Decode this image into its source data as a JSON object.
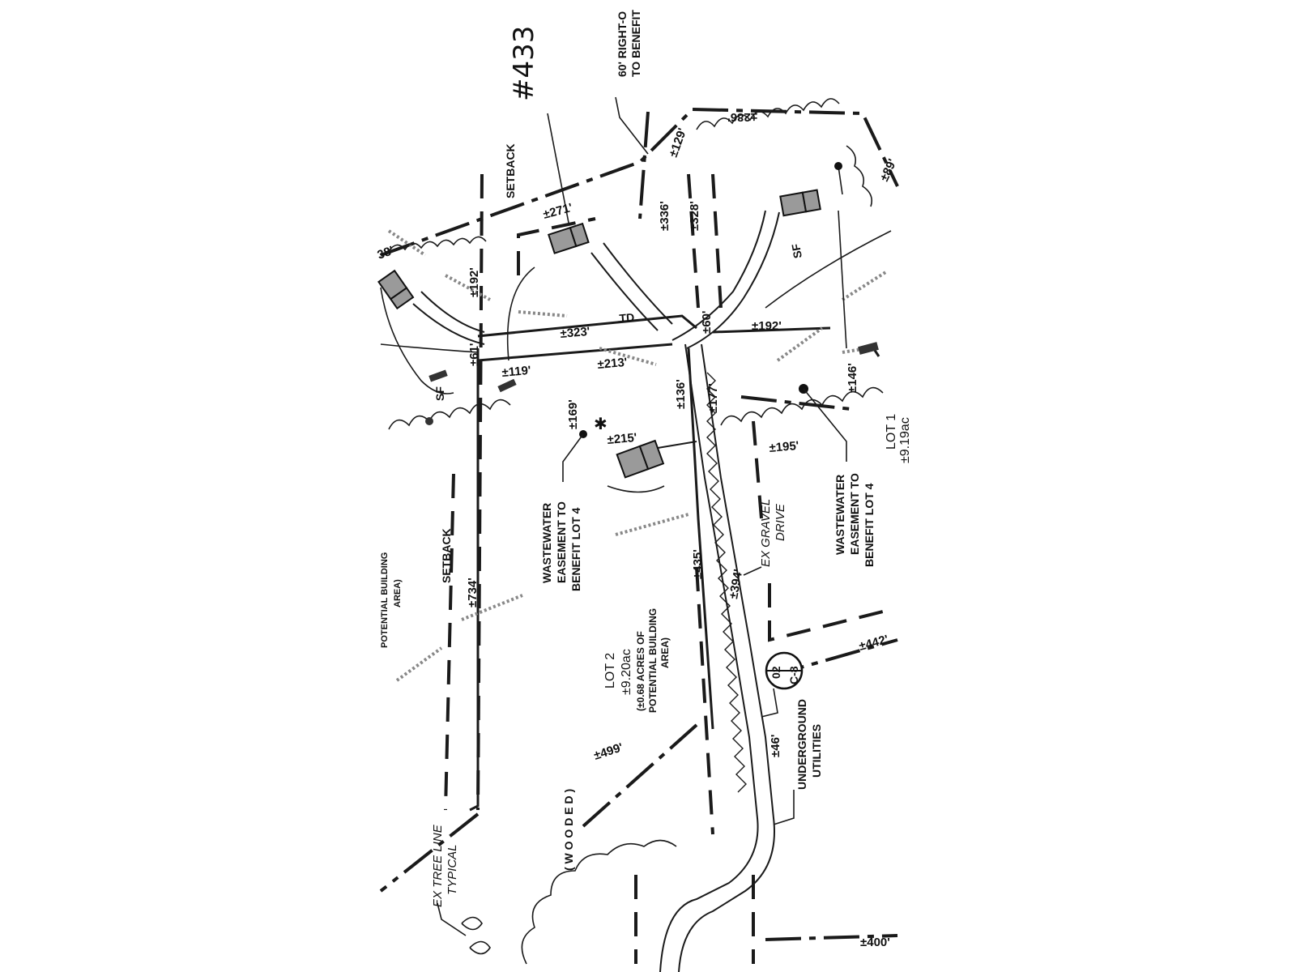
{
  "handwritten": "#433",
  "dimensions": {
    "d1": "±286'",
    "d2": "±129'",
    "d3": "±89'",
    "d4": "±336'",
    "d5": "±328'",
    "d6": "±271'",
    "d7": "±192'",
    "d8": "±323'",
    "d9": "±60'",
    "d10": "±192'",
    "d11": "±61'",
    "d12": "±119'",
    "d13": "±213'",
    "d14": "±136'",
    "d15": "±177'",
    "d16": "±146'",
    "d17": "±169'",
    "d18": "±215'",
    "d19": "±195'",
    "d20": "±734'",
    "d21": "±435'",
    "d22": "±394'",
    "d23": "±442'",
    "d24": "±499'",
    "d25": "±46'",
    "d26": "±400'",
    "d27": "38'"
  },
  "labels": {
    "row_top1": "60' RIGHT-O",
    "row_top2": "TO BENEFIT",
    "setback_top": "SETBACK",
    "setback_mid": "SETBACK",
    "sf1": "SF",
    "sf2": "SF",
    "td": "TD",
    "ww_left": [
      "WASTEWATER",
      "EASEMENT TO",
      "BENEFIT LOT 4"
    ],
    "ww_right": [
      "WASTEWATER",
      "EASEMENT TO",
      "BENEFIT LOT 4"
    ],
    "lot2": [
      "LOT 2",
      "±9.20ac",
      "(±0.68 ACRES OF",
      "POTENTIAL BUILDING",
      "AREA)"
    ],
    "lot1": [
      "LOT 1",
      "±9.19ac"
    ],
    "potential": [
      "POTENTIAL BUILDING",
      "AREA)"
    ],
    "gravel": [
      "EX GRAVEL",
      "DRIVE"
    ],
    "underground": [
      "UNDERGROUND",
      "UTILITIES"
    ],
    "treeline": [
      "EX TREE LINE",
      "TYPICAL"
    ],
    "wooded": "( W O O D E D )",
    "detail_top": "02",
    "detail_bottom": "C-8"
  }
}
